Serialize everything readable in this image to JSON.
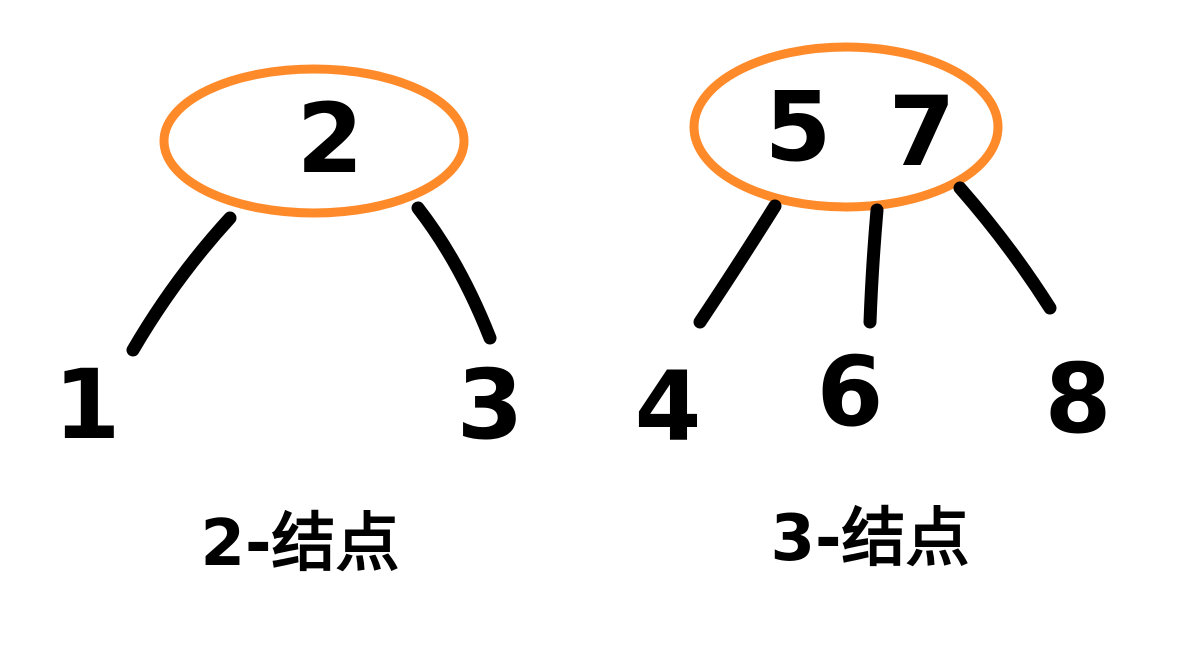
{
  "colors": {
    "node_outline": "#FF8A2A",
    "ink": "#000000",
    "background": "#FFFFFF"
  },
  "two_node": {
    "keys": [
      "2"
    ],
    "children": [
      "1",
      "3"
    ],
    "caption": "2-结点"
  },
  "three_node": {
    "keys": [
      "5",
      "7"
    ],
    "children": [
      "4",
      "6",
      "8"
    ],
    "caption": "3-结点"
  }
}
